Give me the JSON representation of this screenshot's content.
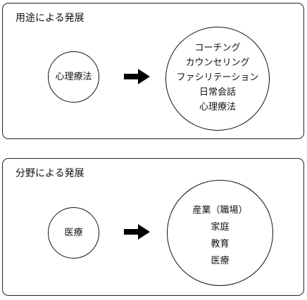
{
  "panels": [
    {
      "title": "用途による発展",
      "source": "心理療法",
      "targets": [
        "コーチング",
        "カウンセリング",
        "ファシリテーション",
        "日常会話",
        "心理療法"
      ]
    },
    {
      "title": "分野による発展",
      "source": "医療",
      "targets": [
        "産業（職場）",
        "家庭",
        "教育",
        "医療"
      ]
    }
  ],
  "arrow_icon": "right-arrow-icon"
}
